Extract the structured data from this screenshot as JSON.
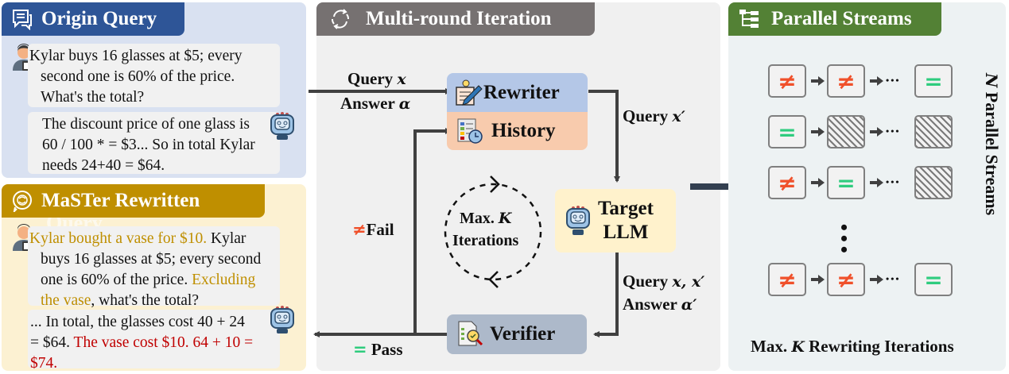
{
  "origin_panel": {
    "title": "Origin Query",
    "icon": "chat-bubble-icon",
    "user_message": "Kylar buys 16 glasses at $5; every second one is 60% of the price. What's the total?",
    "user_lines": [
      "Kylar buys 16 glasses at $5; every",
      "second one is 60% of the price.",
      "What's the total?"
    ],
    "bot_lines": [
      "The discount price of one glass is",
      "60 / 100 * = $3... So in total Kylar",
      "needs 24+40 = $64."
    ]
  },
  "master_panel": {
    "title": "MaSTer Rewritten",
    "ghost_text": "Query",
    "icon": "brain-chat-icon",
    "user_segments": {
      "l1_gold": "Kylar bought a vase for $10.",
      "l1_black": " Kylar",
      "l2": "buys 16 glasses at $5; every second",
      "l3_black": "one is 60% of the price. ",
      "l3_gold": "Excluding",
      "l4_gold": "the vase",
      "l4_black": ", what's the total?"
    },
    "bot_segments": {
      "l1": "... In total, the glasses cost 40 + 24",
      "l2_black": "= $64. ",
      "l2_red": "The vase cost $10. 64 + 10 =",
      "l3_red": "$74."
    }
  },
  "multi_panel": {
    "title": "Multi-round Iteration",
    "icon": "cycle-arrows-icon",
    "input_label_1": "Query ",
    "input_var_1": "x",
    "input_label_2": "Answer ",
    "input_var_2": "α",
    "rewriter": "Rewriter",
    "history": "History",
    "query_prime_label": "Query ",
    "query_prime_var": "x′",
    "loop_line1": "Max. ",
    "loop_var": "K",
    "loop_line2": "Iterations",
    "target_line1": "Target",
    "target_line2": "LLM",
    "fail_symbol": "≠",
    "fail_label": "Fail",
    "verifier_in_1": "Query ",
    "verifier_in_var1": "x, x′",
    "verifier_in_2": "Answer ",
    "verifier_in_var2": "α′",
    "verifier": "Verifier",
    "pass_symbol": "=",
    "pass_label": "Pass"
  },
  "parallel_panel": {
    "title": "Parallel Streams",
    "icon": "hierarchy-icon",
    "rows": [
      [
        "neq",
        "neq",
        "eq"
      ],
      [
        "eq",
        "hatch",
        "hatch"
      ],
      [
        "neq",
        "eq",
        "hatch"
      ],
      [
        "neq",
        "neq",
        "eq"
      ]
    ],
    "ellipsis": "•••",
    "vertical_ellipsis": "⋮",
    "side_label_var": "N",
    "side_label": " Parallel Streams",
    "bottom_label_1": "Max. ",
    "bottom_var": "K",
    "bottom_label_2": " Rewriting Iterations",
    "symbols": {
      "neq": "≠",
      "eq": "=",
      "hatch": ""
    }
  },
  "colors": {
    "origin": "#2e5597",
    "master": "#bf8f00",
    "multi": "#767171",
    "parallel": "#538135",
    "rewriter_bg": "#b4c7e7",
    "history_bg": "#f8cbad",
    "target_bg": "#fff2cc",
    "verifier_bg": "#adb9ca",
    "fail": "#f0502a",
    "pass": "#2fcc7e"
  }
}
